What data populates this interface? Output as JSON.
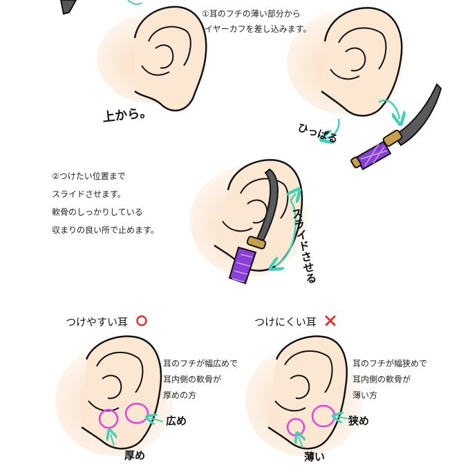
{
  "step1": {
    "lines": [
      "①耳のフチの薄い部分から",
      "イヤーカフを差し込みます。"
    ],
    "label_top": "上から。",
    "label_pull": "ひっぱる"
  },
  "step2": {
    "lines": [
      "②つけたい位置まで",
      "スライドさせます。",
      "軟骨のしっかりしている",
      "収まりの良い所で止めます。"
    ],
    "label_slide": "スライドさせる"
  },
  "good": {
    "title": "つけやすい耳",
    "mark": "○",
    "lines": [
      "耳のフチが幅広めで",
      "耳内側の軟骨が",
      "厚めの方"
    ],
    "label_wide": "広め",
    "label_thick": "厚め"
  },
  "bad": {
    "title": "つけにくい耳",
    "mark": "×",
    "lines": [
      "耳のフチが幅狭めで",
      "耳内側の軟骨が",
      "薄い方"
    ],
    "label_narrow": "狭め",
    "label_thin": "薄い"
  },
  "colors": {
    "skin": "#fbe7d2",
    "skin_shadow": "#f6c89a",
    "outline": "#111111",
    "arrow": "#3fd0b6",
    "circle": "#e83de0",
    "blade": "#555555",
    "handle": "#8a3fd6",
    "guard": "#c8a04a",
    "good_mark": "#e8302a",
    "bad_mark": "#e8302a"
  }
}
